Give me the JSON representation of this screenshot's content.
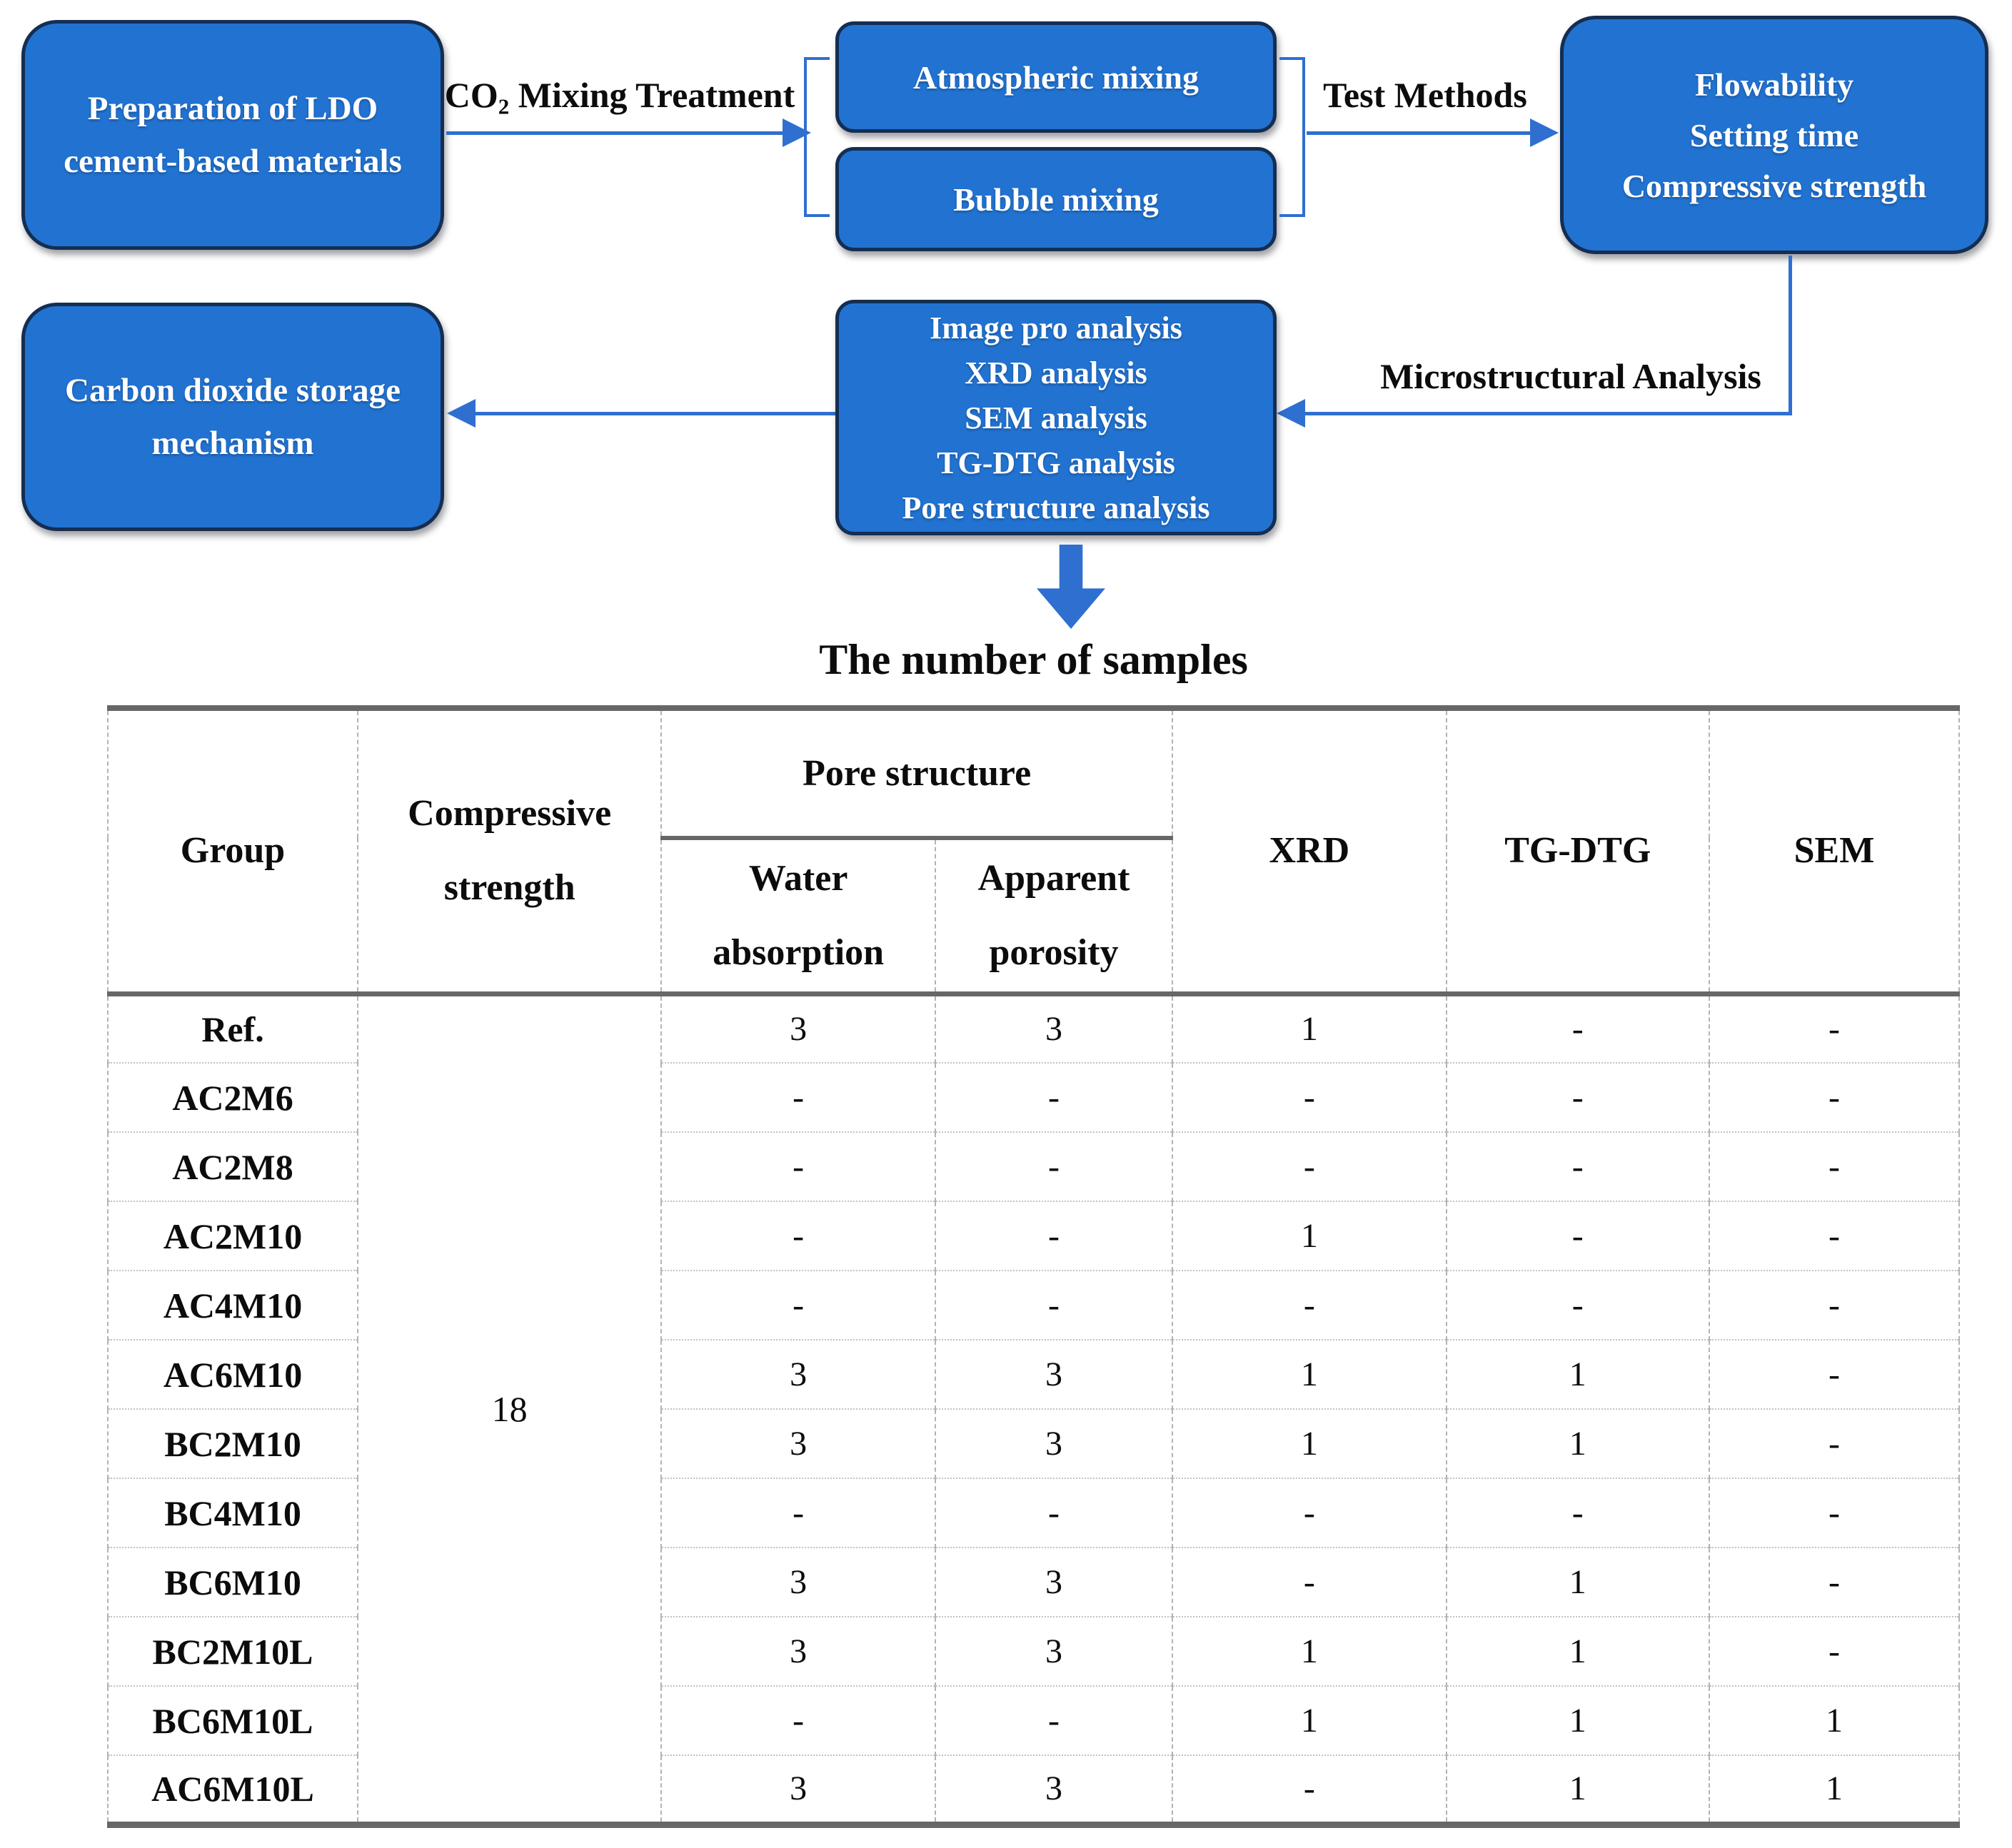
{
  "figure": {
    "boxes": {
      "preparation": {
        "lines": [
          "Preparation of LDO",
          "cement-based materials"
        ]
      },
      "atmospheric": {
        "label": "Atmospheric mixing"
      },
      "bubble": {
        "label": "Bubble mixing"
      },
      "test_results": {
        "lines": [
          "Flowability",
          "Setting time",
          "Compressive strength"
        ]
      },
      "analysis": {
        "lines": [
          "Image pro analysis",
          "XRD analysis",
          "SEM analysis",
          "TG-DTG analysis",
          "Pore structure analysis"
        ]
      },
      "carbon": {
        "lines": [
          "Carbon dioxide storage",
          "mechanism"
        ]
      }
    },
    "labels": {
      "co2_prefix": "CO",
      "co2_sub": "2",
      "co2_rest": " Mixing Treatment",
      "test_methods": "Test Methods",
      "microstructural": "Microstructural Analysis"
    }
  },
  "table": {
    "title": "The number of samples",
    "headers": {
      "group": "Group",
      "compressive": "Compressive strength",
      "pore": "Pore structure",
      "water": "Water absorption",
      "apparent": "Apparent porosity",
      "xrd": "XRD",
      "tg_dtg": "TG-DTG",
      "sem": "SEM"
    },
    "compressive_total": "18",
    "rows": [
      {
        "group": "Ref.",
        "water": "3",
        "apparent": "3",
        "xrd": "1",
        "tg": "-",
        "sem": "-"
      },
      {
        "group": "AC2M6",
        "water": "-",
        "apparent": "-",
        "xrd": "-",
        "tg": "-",
        "sem": "-"
      },
      {
        "group": "AC2M8",
        "water": "-",
        "apparent": "-",
        "xrd": "-",
        "tg": "-",
        "sem": "-"
      },
      {
        "group": "AC2M10",
        "water": "-",
        "apparent": "-",
        "xrd": "1",
        "tg": "-",
        "sem": "-"
      },
      {
        "group": "AC4M10",
        "water": "-",
        "apparent": "-",
        "xrd": "-",
        "tg": "-",
        "sem": "-"
      },
      {
        "group": "AC6M10",
        "water": "3",
        "apparent": "3",
        "xrd": "1",
        "tg": "1",
        "sem": "-"
      },
      {
        "group": "BC2M10",
        "water": "3",
        "apparent": "3",
        "xrd": "1",
        "tg": "1",
        "sem": "-"
      },
      {
        "group": "BC4M10",
        "water": "-",
        "apparent": "-",
        "xrd": "-",
        "tg": "-",
        "sem": "-"
      },
      {
        "group": "BC6M10",
        "water": "3",
        "apparent": "3",
        "xrd": "-",
        "tg": "1",
        "sem": "-"
      },
      {
        "group": "BC2M10L",
        "water": "3",
        "apparent": "3",
        "xrd": "1",
        "tg": "1",
        "sem": "-"
      },
      {
        "group": "BC6M10L",
        "water": "-",
        "apparent": "-",
        "xrd": "1",
        "tg": "1",
        "sem": "1"
      },
      {
        "group": "AC6M10L",
        "water": "3",
        "apparent": "3",
        "xrd": "-",
        "tg": "1",
        "sem": "1"
      }
    ]
  },
  "colors": {
    "box_fill": "#2273d1",
    "box_border": "#142e52",
    "connector": "#2f6fd0",
    "heavy_rule": "#676767"
  }
}
